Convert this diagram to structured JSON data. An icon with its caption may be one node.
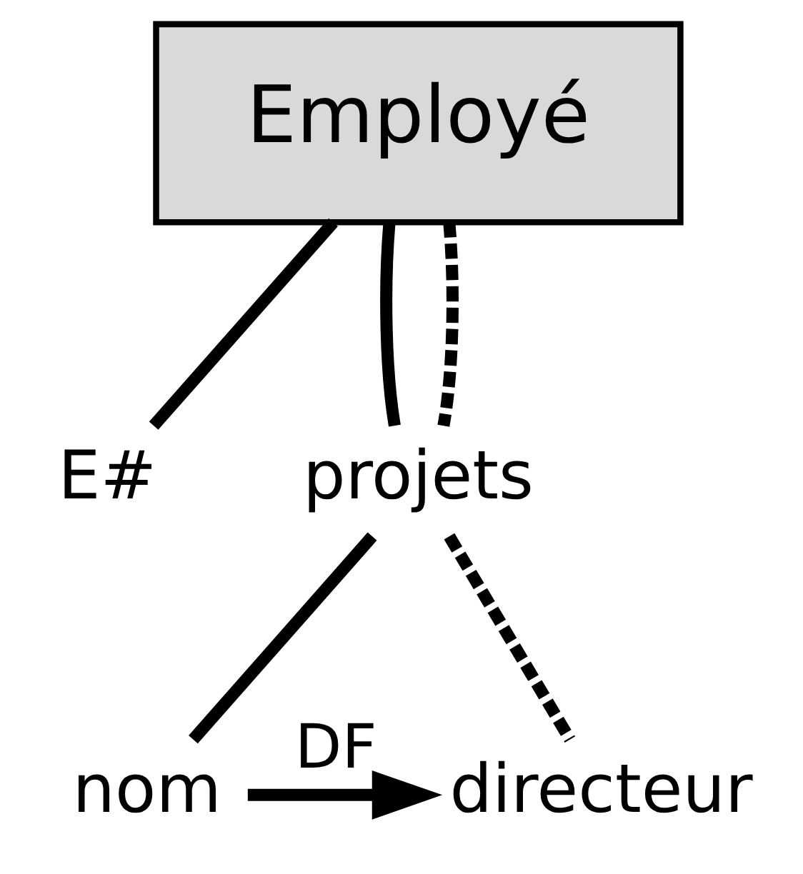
{
  "diagram": {
    "nodes": [
      {
        "text": [
          "Employé"
        ]
      },
      {
        "text": [
          "E#"
        ]
      },
      {
        "text": [
          "projets"
        ]
      },
      {
        "text": [
          "nom"
        ]
      },
      {
        "text": [
          "directeur"
        ]
      }
    ],
    "edges": [
      {
        "from": 0,
        "to": 1,
        "arrow": "none"
      },
      {
        "from": 0,
        "to": 2,
        "arrow": "none"
      },
      {
        "from": 0,
        "to": 2,
        "arrow": "none",
        "style": "dashed"
      },
      {
        "from": 2,
        "to": 3,
        "arrow": "none"
      },
      {
        "from": 2,
        "to": 4,
        "arrow": "none",
        "style": "dashed"
      },
      {
        "from": 3,
        "to": 4,
        "arrow": "to",
        "label": "DF"
      }
    ]
  }
}
